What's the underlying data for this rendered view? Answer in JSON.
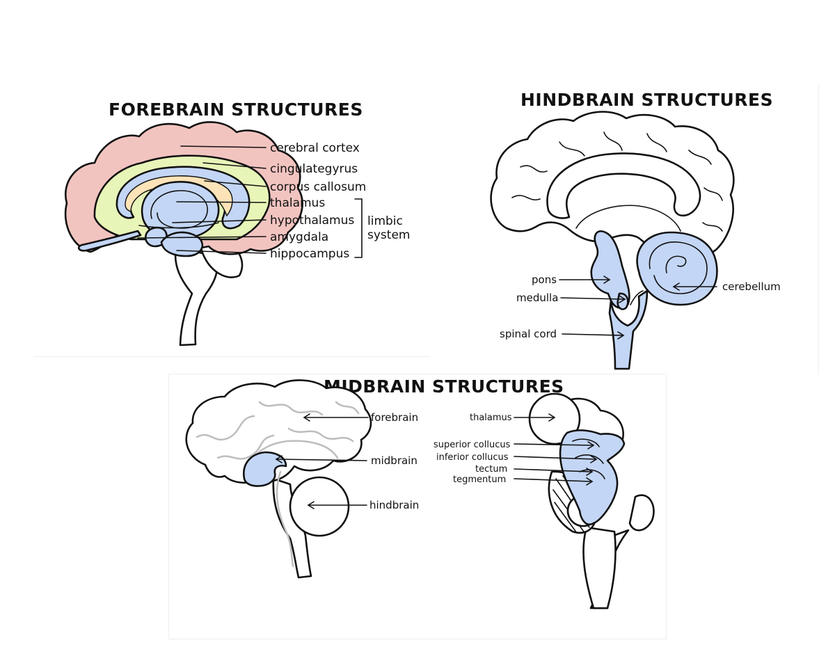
{
  "colors": {
    "cortex": "#f2c4c0",
    "cingulate": "#e8f5b8",
    "callosum": "#fde3b8",
    "blue": "#c3d6f5",
    "outline": "#111111",
    "gyri": "#bdbdbd"
  },
  "forebrain": {
    "title": "FOREBRAIN STRUCTURES",
    "labels": [
      "cerebral cortex",
      "cingulategyrus",
      "corpus callosum",
      "thalamus",
      "hypothalamus",
      "amygdala",
      "hippocampus"
    ],
    "group_label": [
      "limbic",
      "system"
    ]
  },
  "hindbrain": {
    "title": "HINDBRAIN STRUCTURES",
    "labels": {
      "pons": "pons",
      "medulla": "medulla",
      "spinal_cord": "spinal cord",
      "cerebellum": "cerebellum"
    }
  },
  "midbrain": {
    "title": "MIDBRAIN STRUCTURES",
    "left_labels": [
      "forebrain",
      "midbrain",
      "hindbrain"
    ],
    "right_labels": [
      "thalamus",
      "superior collucus",
      "inferior collucus",
      "tectum",
      "tegmentum"
    ]
  }
}
